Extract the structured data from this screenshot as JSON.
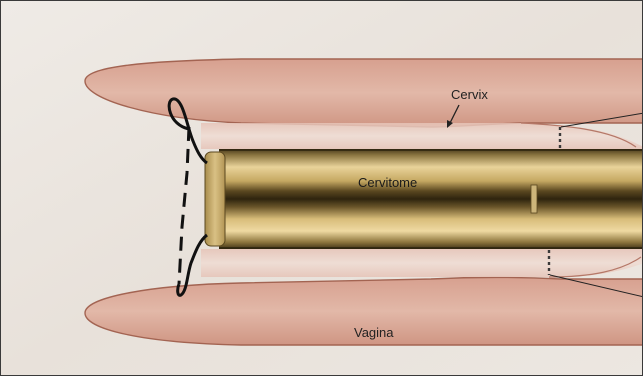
{
  "labels": {
    "cervix": "Cervix",
    "cervitome": "Cervitome",
    "vagina": "Vagina"
  },
  "colors": {
    "background": "#eae4de",
    "tissue": "#d9a594",
    "tissue_edge": "#9c5a4a",
    "instrument_light": "#f3deA0",
    "instrument_mid": "#b89a52",
    "instrument_dark": "#3b2e14",
    "outline": "#111111"
  }
}
